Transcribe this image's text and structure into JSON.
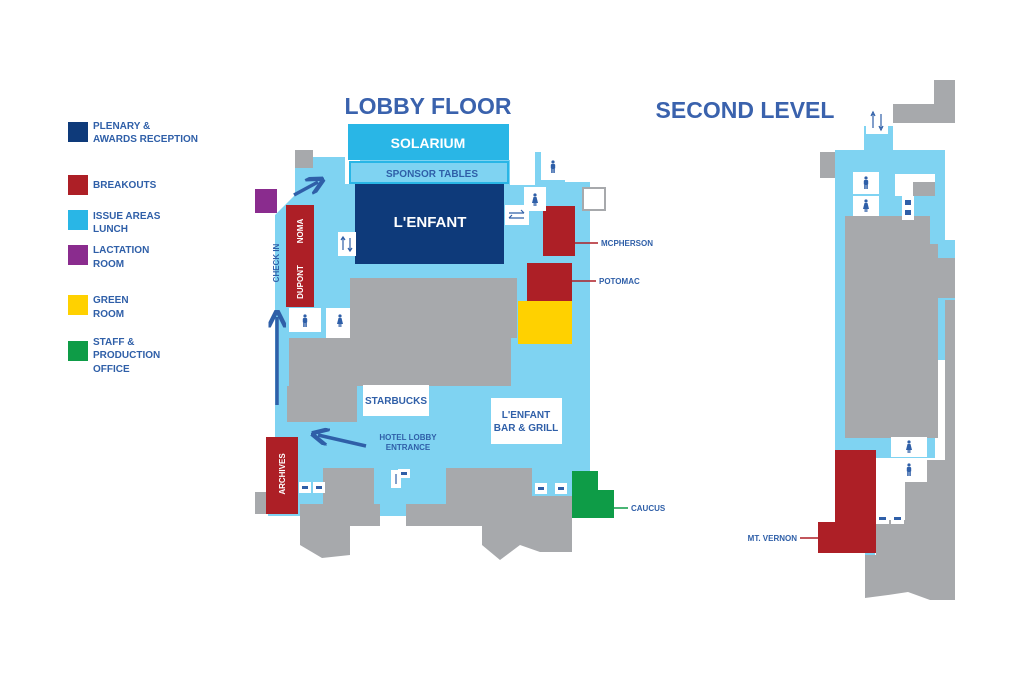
{
  "titles": {
    "lobby": "LOBBY FLOOR",
    "second": "SECOND LEVEL"
  },
  "colors": {
    "plenary": "#0e3a7a",
    "breakout": "#ad1f26",
    "issue": "#29b6e6",
    "lactation": "#8a2c8e",
    "green": "#ffd100",
    "staff": "#0e9c47",
    "floor": "#7fd3f2",
    "gray": "#a7a9ac",
    "text": "#2f5fa8"
  },
  "legend": [
    {
      "lines": [
        "PLENARY &",
        "AWARDS RECEPTION"
      ],
      "color": "#0e3a7a"
    },
    {
      "lines": [
        "BREAKOUTS"
      ],
      "color": "#ad1f26"
    },
    {
      "lines": [
        "ISSUE AREAS",
        "LUNCH"
      ],
      "color": "#29b6e6"
    },
    {
      "lines": [
        "LACTATION",
        "ROOM"
      ],
      "color": "#8a2c8e"
    },
    {
      "lines": [
        "GREEN",
        "ROOM"
      ],
      "color": "#ffd100"
    },
    {
      "lines": [
        "STAFF &",
        "PRODUCTION",
        "OFFICE"
      ],
      "color": "#0e9c47"
    }
  ],
  "rooms": {
    "solarium": "SOLARIUM",
    "sponsor_tables": "SPONSOR TABLES",
    "lenfant": "L'ENFANT",
    "noma": "NOMA",
    "dupont": "DUPONT",
    "check_in": "CHECK IN",
    "starbucks": "STARBUCKS",
    "bar_grill": [
      "L'ENFANT",
      "BAR & GRILL"
    ],
    "hotel_lobby": [
      "HOTEL LOBBY",
      "ENTRANCE"
    ],
    "archives": "ARCHIVES",
    "mcpherson": "MCPHERSON",
    "potomac": "POTOMAC",
    "caucus": "CAUCUS",
    "mt_vernon": "MT. VERNON"
  }
}
